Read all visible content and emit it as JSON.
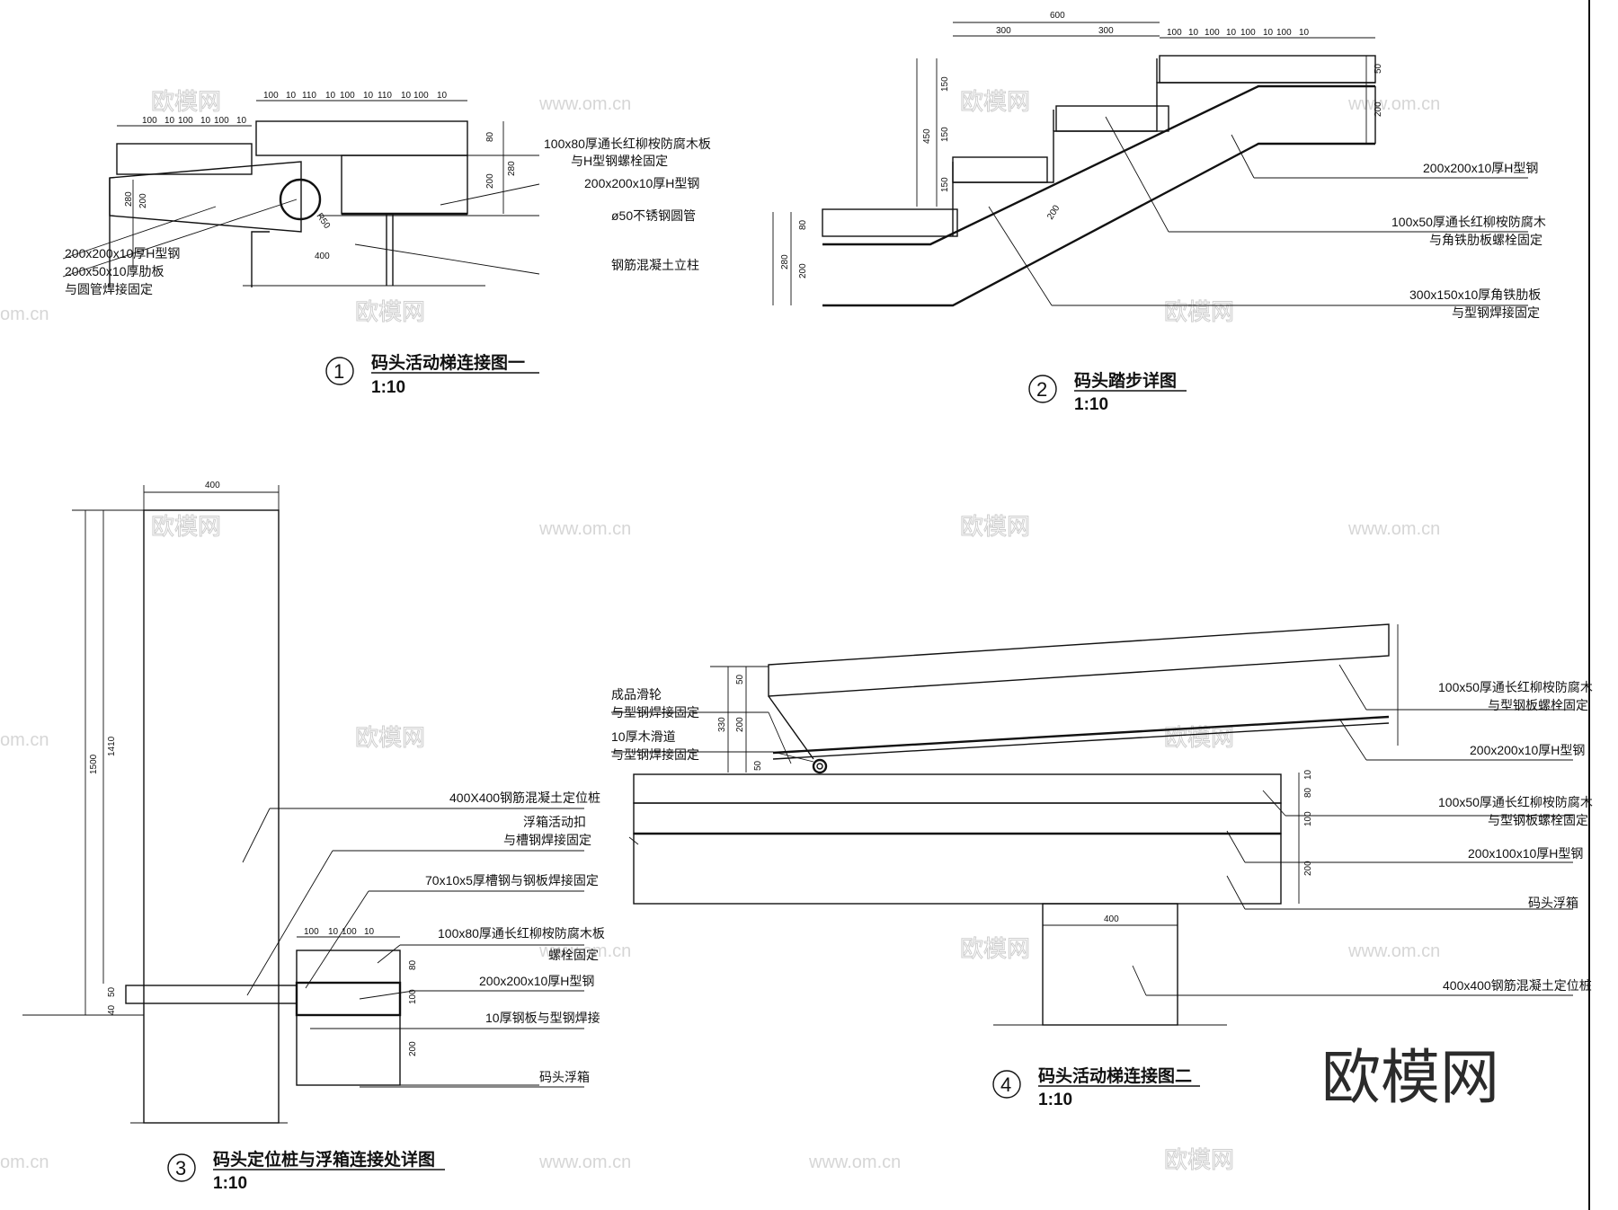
{
  "sheet": {
    "brand_watermark": "欧模网",
    "watermark_text": "欧模网",
    "watermark_url": "www.om.cn",
    "edge_fragment": "om.cn"
  },
  "detail1": {
    "number": "1",
    "title": "码头活动梯连接图一",
    "scale": "1:10",
    "dims_top_left": [
      "100",
      "10",
      "100",
      "10",
      "100",
      "10"
    ],
    "dims_top_right": [
      "100",
      "10",
      "110",
      "10",
      "100",
      "10",
      "110",
      "10",
      "100",
      "10"
    ],
    "dim_280": "280",
    "dim_200": "200",
    "dim_80": "80",
    "dim_280b": "280",
    "dim_200b": "200",
    "dim_400": "400",
    "dim_r50": "R50",
    "notes_right": [
      "100x80厚通长红柳桉防腐木板",
      "与H型钢螺栓固定",
      "200x200x10厚H型钢",
      "ø50不锈钢圆管",
      "钢筋混凝土立柱"
    ],
    "notes_left": [
      "200x200x10厚H型钢",
      "200x50x10厚肋板",
      "与圆管焊接固定"
    ]
  },
  "detail2": {
    "number": "2",
    "title": "码头踏步详图",
    "scale": "1:10",
    "dim_600": "600",
    "dims_300": [
      "300",
      "300"
    ],
    "dims_top": [
      "100",
      "10",
      "100",
      "10",
      "100",
      "10",
      "100",
      "10"
    ],
    "dims_left": [
      "150",
      "150",
      "150",
      "450"
    ],
    "dim_80": "80",
    "dim_280": "280",
    "dim_200": "200",
    "dim_right_50": "50",
    "dim_right_200": "200",
    "dim_diag_200": "200",
    "notes": [
      "200x200x10厚H型钢",
      "100x50厚通长红柳桉防腐木",
      "与角铁肋板螺栓固定",
      "300x150x10厚角铁肋板",
      "与型钢焊接固定"
    ]
  },
  "detail3": {
    "number": "3",
    "title": "码头定位桩与浮箱连接处详图",
    "scale": "1:10",
    "dim_400": "400",
    "dim_1500": "1500",
    "dim_1410": "1410",
    "dim_50": "50",
    "dim_40": "40",
    "dims_top": [
      "100",
      "10",
      "100",
      "10"
    ],
    "dim_80": "80",
    "dim_100": "100",
    "dim_200": "200",
    "notes": [
      "400X400钢筋混凝土定位桩",
      "浮箱活动扣",
      "与槽钢焊接固定",
      "70x10x5厚槽钢与钢板焊接固定",
      "100x80厚通长红柳桉防腐木板",
      "螺栓固定",
      "200x200x10厚H型钢",
      "10厚钢板与型钢焊接",
      "码头浮箱"
    ]
  },
  "detail4": {
    "number": "4",
    "title": "码头活动梯连接图二",
    "scale": "1:10",
    "dim_330": "330",
    "dim_200": "200",
    "dim_50": "50",
    "dim_10": "10",
    "dim_80": "80",
    "dim_100": "100",
    "dim_200b": "200",
    "dim_400": "400",
    "notes_left": [
      "成品滑轮",
      "与型钢焊接固定",
      "10厚木滑道",
      "与型钢焊接固定"
    ],
    "notes_right": [
      "100x50厚通长红柳桉防腐木",
      "与型钢板螺栓固定",
      "200x200x10厚H型钢",
      "100x50厚通长红柳桉防腐木",
      "与型钢板螺栓固定",
      "200x100x10厚H型钢",
      "码头浮箱",
      "400x400钢筋混凝土定位桩"
    ]
  }
}
